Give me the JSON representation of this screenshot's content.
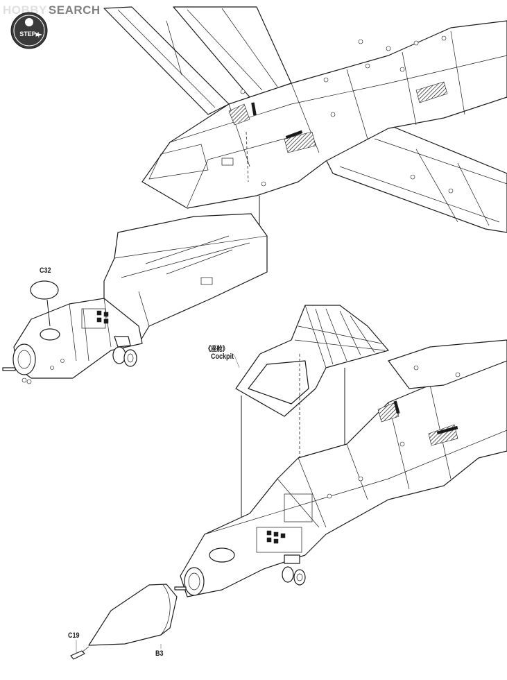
{
  "watermark": {
    "brand_a": "HOBBY",
    "brand_b": "SEARCH"
  },
  "step_badge": {
    "label": "STEP",
    "icon": "plane-icon"
  },
  "parts": [
    {
      "id": "c32",
      "label": "C32"
    },
    {
      "id": "cockpit_cn",
      "label": "《座舱》"
    },
    {
      "id": "cockpit_en",
      "label": "Cockpit"
    },
    {
      "id": "c19",
      "label": "C19"
    },
    {
      "id": "b3",
      "label": "B3"
    }
  ],
  "colors": {
    "ink": "#1a1a1a",
    "paper": "#ffffff",
    "badge": "#3a3a3a"
  }
}
